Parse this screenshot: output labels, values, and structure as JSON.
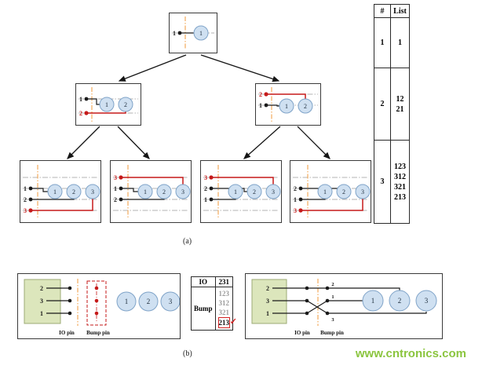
{
  "section_a_label": "(a)",
  "section_b_label": "(b)",
  "watermark": "www.cntronics.com",
  "list_table": {
    "headers": [
      "#",
      "List"
    ],
    "rows": [
      {
        "count": "1",
        "lists": [
          "1"
        ]
      },
      {
        "count": "2",
        "lists": [
          "12",
          "21"
        ]
      },
      {
        "count": "3",
        "lists": [
          "123",
          "312",
          "321",
          "213"
        ]
      }
    ]
  },
  "tree": {
    "root": {
      "pins": [
        "1"
      ],
      "circles": [
        "1"
      ]
    },
    "level2_left": {
      "pins": [
        "1",
        "2"
      ],
      "circles": [
        "1",
        "2"
      ]
    },
    "level2_right": {
      "pins": [
        "2",
        "1"
      ],
      "circles": [
        "1",
        "2"
      ]
    },
    "level3_1": {
      "pins": [
        "1",
        "2",
        "3"
      ],
      "circles": [
        "1",
        "2",
        "3"
      ]
    },
    "level3_2": {
      "pins": [
        "3",
        "1",
        "2"
      ],
      "circles": [
        "1",
        "2",
        "3"
      ]
    },
    "level3_3": {
      "pins": [
        "3",
        "2",
        "1"
      ],
      "circles": [
        "1",
        "2",
        "3"
      ]
    },
    "level3_4": {
      "pins": [
        "2",
        "1",
        "3"
      ],
      "circles": [
        "1",
        "2",
        "3"
      ]
    }
  },
  "bottom": {
    "left_diagram": {
      "io_numbers": [
        "2",
        "3",
        "1"
      ],
      "circles": [
        "1",
        "2",
        "3"
      ],
      "io_pin_label": "IO pin",
      "bump_pin_label": "Bump pin"
    },
    "selector": {
      "io_label": "IO",
      "io_value": "231",
      "bump_label": "Bump",
      "options": [
        "123",
        "312",
        "321",
        "213"
      ],
      "check": "✓"
    },
    "right_diagram": {
      "io_numbers": [
        "2",
        "3",
        "1"
      ],
      "bump_numbers": [
        "2",
        "1",
        "3"
      ],
      "circles": [
        "1",
        "2",
        "3"
      ],
      "io_pin_label": "IO pin",
      "bump_pin_label": "Bump pin"
    }
  }
}
